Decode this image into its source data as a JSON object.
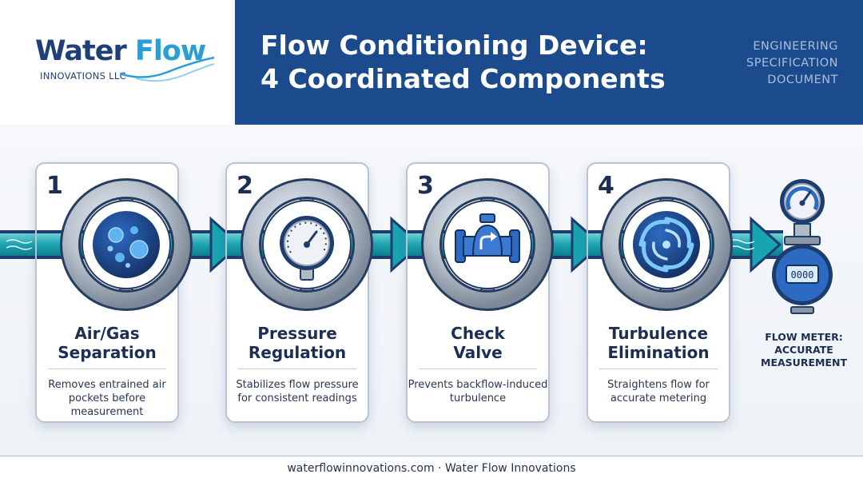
{
  "header": {
    "logo_word_part1": "Water",
    "logo_word_part2": "Flow",
    "logo_subtitle": "INNOVATIONS LLC",
    "title_line1": "Flow Conditioning Device:",
    "title_line2": "4 Coordinated Components",
    "doc_line1": "ENGINEERING",
    "doc_line2": "SPECIFICATION",
    "doc_line3": "DOCUMENT"
  },
  "components": [
    {
      "number": "1",
      "title_line1": "Air/Gas",
      "title_line2": "Separation",
      "desc_line1": "Removes entrained air",
      "desc_line2": "pockets before measurement",
      "icon": "bubbles-icon"
    },
    {
      "number": "2",
      "title_line1": "Pressure",
      "title_line2": "Regulation",
      "desc_line1": "Stabilizes flow pressure",
      "desc_line2": "for consistent readings",
      "icon": "pressure-gauge-icon"
    },
    {
      "number": "3",
      "title_line1": "Check",
      "title_line2": "Valve",
      "desc_line1": "Prevents backflow-induced",
      "desc_line2": "turbulence",
      "icon": "check-valve-icon"
    },
    {
      "number": "4",
      "title_line1": "Turbulence",
      "title_line2": "Elimination",
      "desc_line1": "Straightens flow for",
      "desc_line2": "accurate metering",
      "icon": "swirl-icon"
    }
  ],
  "meter": {
    "label_line1": "FLOW METER:",
    "label_line2": "ACCURATE",
    "label_line3": "MEASUREMENT",
    "display": "0000",
    "icon": "flow-meter-icon"
  },
  "footer": {
    "text": "waterflowinnovations.com · Water Flow Innovations"
  },
  "colors": {
    "navy": "#1b4a8d",
    "teal": "#1aa3b0",
    "dark_text": "#1c2f52",
    "logo_blue": "#2a9fd6"
  }
}
